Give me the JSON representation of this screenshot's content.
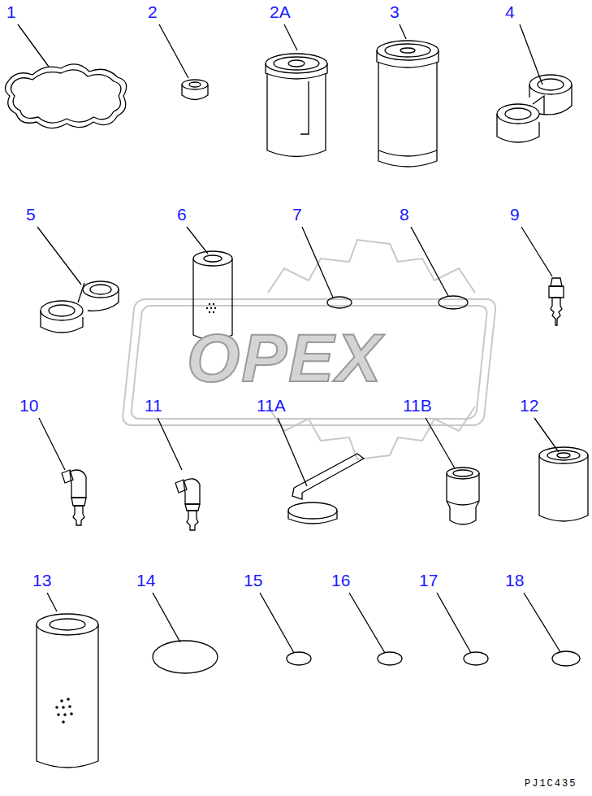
{
  "diagram": {
    "labels": [
      "1",
      "2",
      "2A",
      "3",
      "4",
      "5",
      "6",
      "7",
      "8",
      "9",
      "10",
      "11",
      "11A",
      "11B",
      "12",
      "13",
      "14",
      "15",
      "16",
      "17",
      "18",
      "OPEX",
      "PJ1C435"
    ]
  }
}
